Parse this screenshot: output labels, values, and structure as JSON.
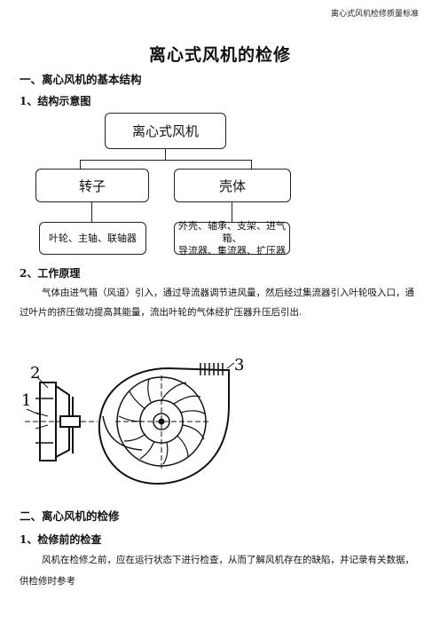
{
  "header_note": "离心式风机检修质量标准",
  "title": "离心式风机的检修",
  "section1": {
    "heading": "一、离心风机的基本结构",
    "sub1_heading": "1、结构示意图",
    "diagram": {
      "root": "离心式风机",
      "left_child": "转子",
      "right_child": "壳体",
      "left_leaf": "叶轮、主轴、联轴器",
      "right_leaf_line1": "外壳、轴承、支架、进气箱、",
      "right_leaf_line2": "导流器、集流器、扩压器"
    },
    "sub2_heading": "2、工作原理",
    "principle_line1": "气体由进气箱（风道）引入，通过导流器调节进风量，然后经过集流器引入叶轮吸入口，通",
    "principle_line2": "过叶片的挤压做功提高其能量，流出叶轮的气体经扩压器升压后引出."
  },
  "figure": {
    "label_1": "1",
    "label_2": "2",
    "label_3": "3"
  },
  "section2": {
    "heading": "二、离心风机的检修",
    "sub1_heading": "1、检修前的检查",
    "check_line1": "风机在检修之前，应在运行状态下进行检查，从而了解风机存在的缺陷，并记录有关数据，",
    "check_line2": "供检修时参考"
  }
}
